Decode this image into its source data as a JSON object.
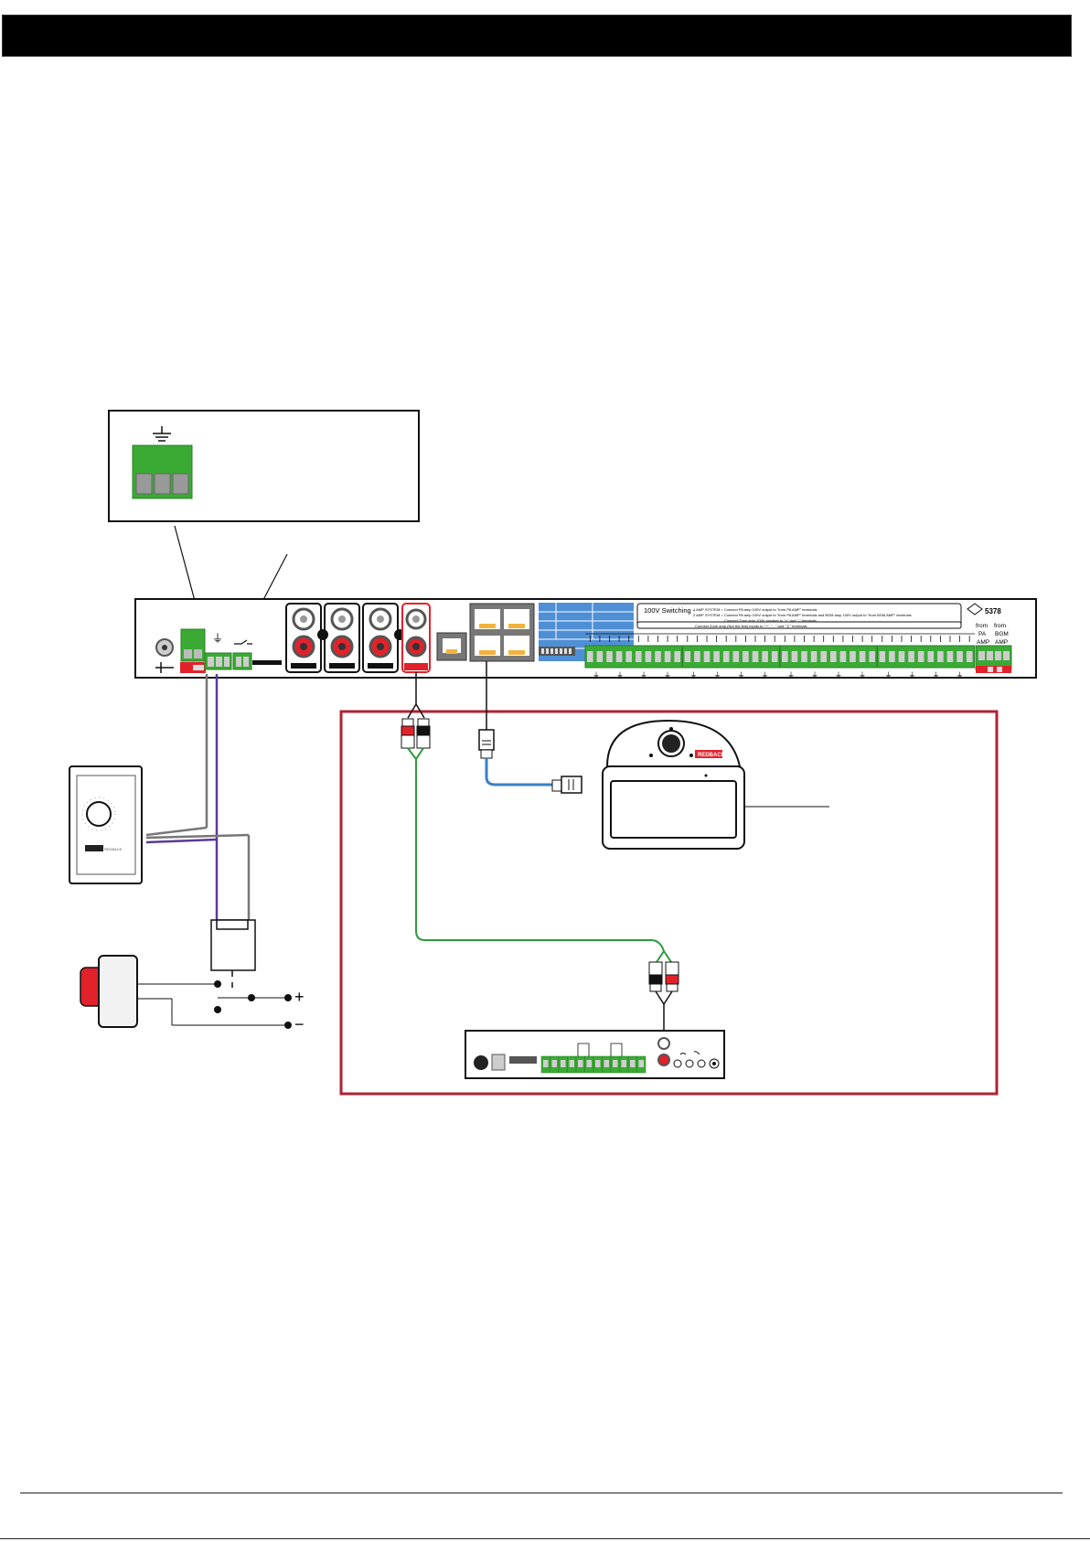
{
  "amp": {
    "model_code": "5378",
    "switching_title": "100V Switching -",
    "switching_line1": "1 AMP SYSTEM = Connect PA amp 100V output to \"from PA AMP\" terminals",
    "switching_line2": "2 AMP SYSTEM = Connect PA amp 100V output to \"from PA AMP\" terminals and BGM amp 100V output to \"from BGM AMP\" terminals",
    "switching_line3": "Connect Zone amp 100V speaker to \"+\" and \"-\" terminals",
    "switching_line4": "Connect Zone amp (Nor the line) inputs to \"+\", \" - \" and \"⏚\" terminals",
    "from_pa_label": "from PA AMP",
    "from_bgm_label": "from BGM AMP",
    "from_word": "from",
    "pa_word": "PA",
    "bgm_word": "BGM",
    "amp_word": "AMP"
  },
  "speaker": {
    "brand": "REDBACK"
  },
  "volume_plate": {
    "brand": "REDBACK"
  },
  "colors": {
    "terminal_green": "#3aaa35",
    "frame_red": "#b22234",
    "wire_green": "#2e9a3a",
    "wire_blue": "#3a7fc8",
    "wire_purple": "#5b3a99",
    "rca_red": "#e2222b",
    "screen_blue": "#4f8fd6"
  },
  "symbols": {
    "plus": "+",
    "minus": "−",
    "ground": "⏚"
  }
}
